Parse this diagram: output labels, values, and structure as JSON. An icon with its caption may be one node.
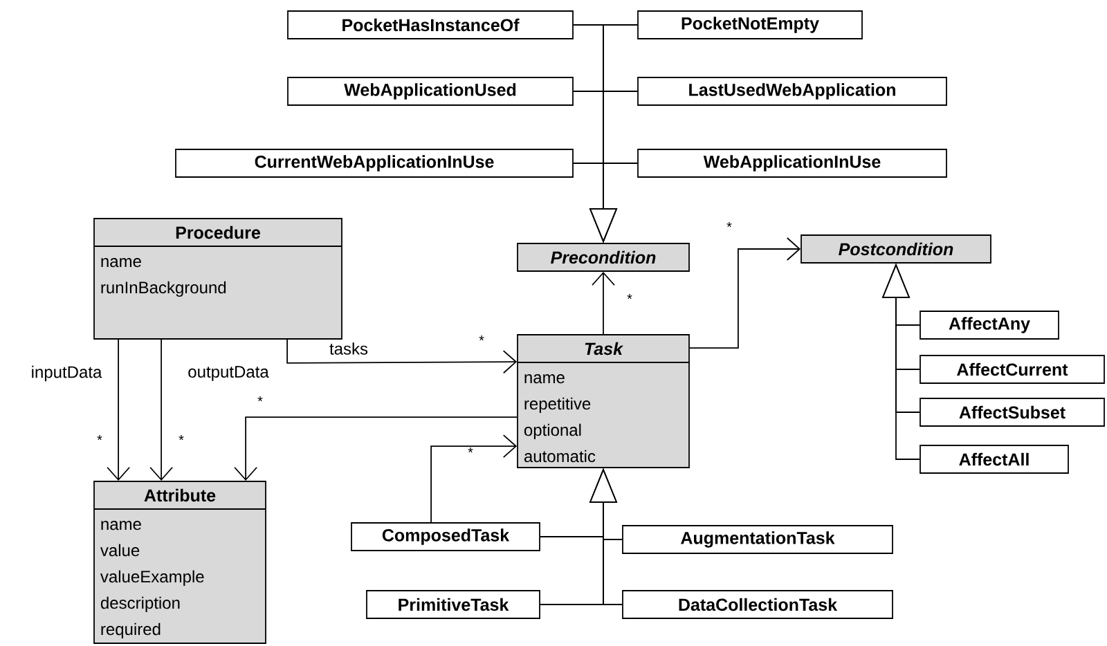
{
  "diagram": {
    "nodes": [
      {
        "text": [
          "PocketHasInstanceOf"
        ]
      },
      {
        "text": [
          "PocketNotEmpty"
        ]
      },
      {
        "text": [
          "WebApplicationUsed"
        ]
      },
      {
        "text": [
          "LastUsedWebApplication"
        ]
      },
      {
        "text": [
          "CurrentWebApplicationInUse"
        ]
      },
      {
        "text": [
          "WebApplicationInUse"
        ]
      },
      {
        "text": [
          "Precondition"
        ]
      },
      {
        "text": [
          "Postcondition"
        ]
      },
      {
        "text": [
          "Procedure",
          "name",
          "runInBackground"
        ]
      },
      {
        "text": [
          "Task",
          "name",
          "repetitive",
          "optional",
          "automatic"
        ]
      },
      {
        "text": [
          "Attribute",
          "name",
          "value",
          "valueExample",
          "description",
          "required"
        ]
      },
      {
        "text": [
          "AffectAny"
        ]
      },
      {
        "text": [
          "AffectCurrent"
        ]
      },
      {
        "text": [
          "AffectSubset"
        ]
      },
      {
        "text": [
          "AffectAll"
        ]
      },
      {
        "text": [
          "ComposedTask"
        ]
      },
      {
        "text": [
          "AugmentationTask"
        ]
      },
      {
        "text": [
          "PrimitiveTask"
        ]
      },
      {
        "text": [
          "DataCollectionTask"
        ]
      }
    ],
    "edges": [
      {
        "from": 0,
        "to": 6,
        "arrow": "to"
      },
      {
        "from": 1,
        "to": 6,
        "arrow": "to"
      },
      {
        "from": 2,
        "to": 6,
        "arrow": "to"
      },
      {
        "from": 3,
        "to": 6,
        "arrow": "to"
      },
      {
        "from": 4,
        "to": 6,
        "arrow": "to"
      },
      {
        "from": 5,
        "to": 6,
        "arrow": "to"
      },
      {
        "from": 9,
        "to": 6,
        "arrow": "to"
      },
      {
        "from": 9,
        "to": 7,
        "arrow": "to"
      },
      {
        "from": 8,
        "to": 9,
        "arrow": "to",
        "label": "tasks"
      },
      {
        "from": 8,
        "to": 10,
        "arrow": "to",
        "label": "inputData"
      },
      {
        "from": 8,
        "to": 10,
        "arrow": "to",
        "label": "outputData"
      },
      {
        "from": 9,
        "to": 10,
        "arrow": "to"
      },
      {
        "from": 15,
        "to": 9,
        "arrow": "to"
      },
      {
        "from": 15,
        "to": 9,
        "arrow": "to"
      },
      {
        "from": 16,
        "to": 9,
        "arrow": "to"
      },
      {
        "from": 17,
        "to": 9,
        "arrow": "to"
      },
      {
        "from": 18,
        "to": 9,
        "arrow": "to"
      },
      {
        "from": 11,
        "to": 7,
        "arrow": "to"
      },
      {
        "from": 12,
        "to": 7,
        "arrow": "to"
      },
      {
        "from": 13,
        "to": 7,
        "arrow": "to"
      },
      {
        "from": 14,
        "to": 7,
        "arrow": "to"
      }
    ],
    "labels": [
      "*",
      "*",
      "*",
      "*",
      "*",
      "*",
      "*"
    ]
  }
}
